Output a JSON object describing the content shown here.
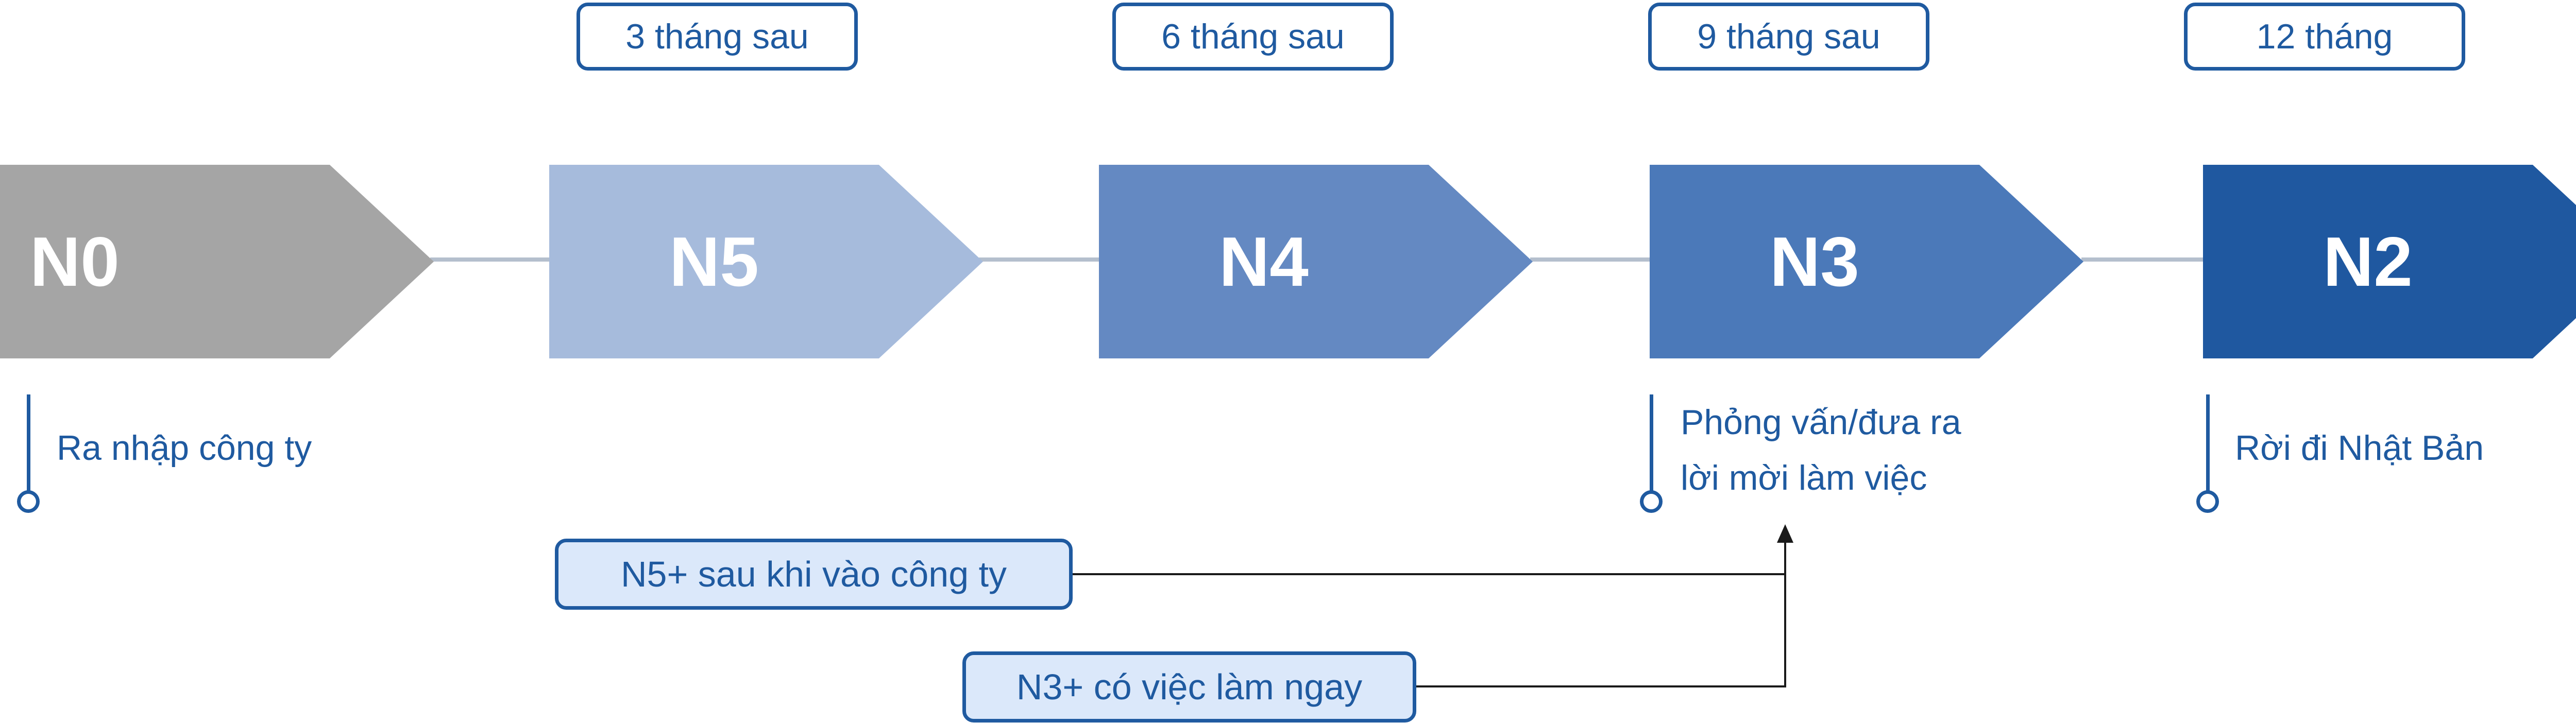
{
  "durations": [
    "3 tháng sau",
    "6 tháng sau",
    "9 tháng sau",
    "12 tháng"
  ],
  "levels": [
    {
      "label": "N0",
      "color": "#a5a5a5"
    },
    {
      "label": "N5",
      "color": "#a6bbdc"
    },
    {
      "label": "N4",
      "color": "#6489c2"
    },
    {
      "label": "N3",
      "color": "#4b79b9"
    },
    {
      "label": "N2",
      "color": "#1f58a0"
    }
  ],
  "milestones": {
    "join": "Ra nhập công ty",
    "interview_line1": "Phỏng vấn/đưa ra",
    "interview_line2": "lời mời làm việc",
    "depart": "Rời đi Nhật Bản"
  },
  "shortcuts": {
    "n5_plus": "N5+ sau khi vào công ty",
    "n3_plus": "N3+ có việc làm ngay"
  },
  "colors": {
    "accent": "#1f5aa0",
    "connector": "#b4bfcd",
    "shortcut_fill": "#dbe8fa",
    "arrow_line": "#1a1a1a"
  }
}
